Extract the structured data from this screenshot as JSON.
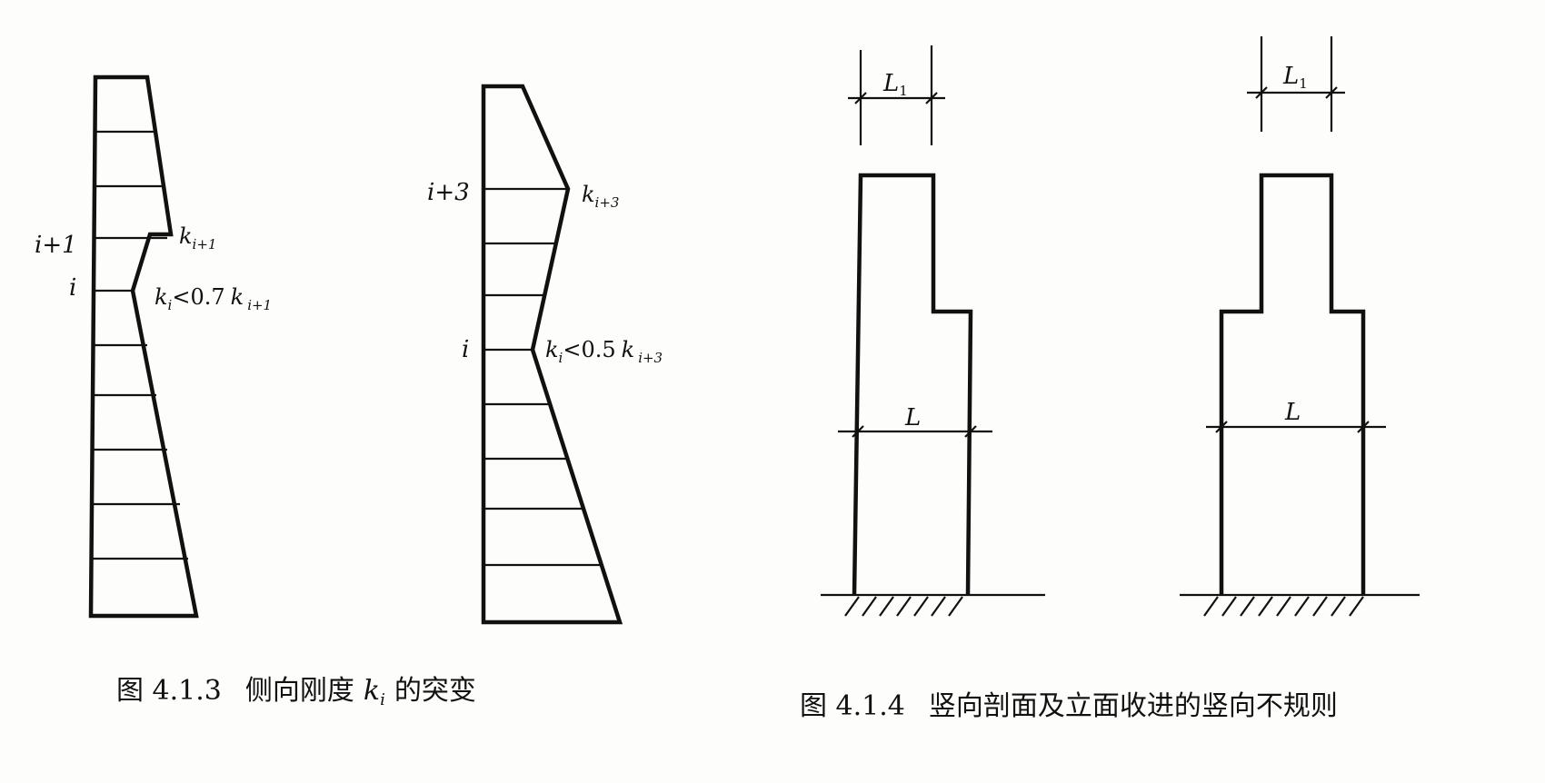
{
  "fig_413": {
    "caption_prefix": "图 4.1.3",
    "caption_main": "侧向刚度",
    "caption_var": "k",
    "caption_var_sub": "i",
    "caption_suffix": "的突变",
    "left": {
      "label_top": "i+1",
      "label_bottom": "i",
      "k_top": "k",
      "k_top_sub": "i+1",
      "cond_k": "k",
      "cond_sub_i": "i",
      "cond_rel": "<0.7",
      "cond_k2": "k",
      "cond_sub2": "i+1"
    },
    "right": {
      "label_top": "i+3",
      "label_bottom": "i",
      "k_top": "k",
      "k_top_sub": "i+3",
      "cond_k": "k",
      "cond_sub_i": "i",
      "cond_rel": "<0.5",
      "cond_k2": "k",
      "cond_sub2": "i+3"
    }
  },
  "fig_414": {
    "caption_prefix": "图 4.1.4",
    "caption_main": "竖向剖面及立面收进的竖向不规则",
    "left": {
      "dim_top": "L",
      "dim_top_sub": "1",
      "dim_main": "L"
    },
    "right": {
      "dim_top": "L",
      "dim_top_sub": "1",
      "dim_main": "L"
    }
  }
}
